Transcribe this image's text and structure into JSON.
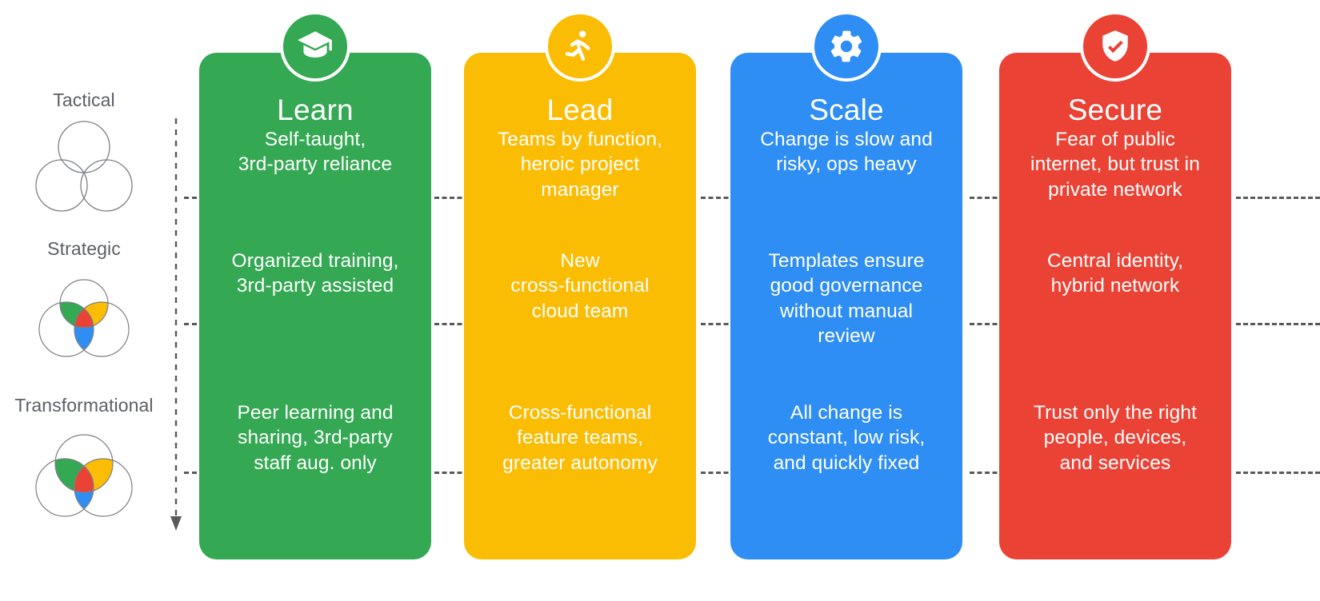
{
  "maturity": {
    "axis_name": "maturity-progression",
    "stages": [
      {
        "label": "Tactical",
        "venn": "venn-tactical",
        "filled": "none"
      },
      {
        "label": "Strategic",
        "venn": "venn-strategic",
        "filled": "small"
      },
      {
        "label": "Transformational",
        "venn": "venn-transformational",
        "filled": "large"
      }
    ],
    "arrow_icon": "arrow-down-icon"
  },
  "colors": {
    "learn_green": "#34a853",
    "lead_yellow": "#fbbc04",
    "scale_blue": "#2f8ef4",
    "secure_red": "#ea4335",
    "venn_green": "#34a853",
    "venn_yellow": "#fbbc04",
    "venn_blue": "#2f8ef4",
    "venn_red": "#ea4335",
    "venn_outline": "#7c7f85",
    "label_gray": "#5b6066",
    "dash_gray": "#58595b"
  },
  "pillars": [
    {
      "title": "Learn",
      "icon": "graduation-cap-icon",
      "color": "#34a853",
      "cells": [
        "Self-taught,\n3rd-party reliance",
        "Organized training,\n3rd-party assisted",
        "Peer learning and\nsharing, 3rd-party\nstaff aug. only"
      ]
    },
    {
      "title": "Lead",
      "icon": "running-person-icon",
      "color": "#fbbc04",
      "cells": [
        "Teams by function,\nheroic project\nmanager",
        "New\ncross-functional\ncloud team",
        "Cross-functional\nfeature teams,\ngreater autonomy"
      ]
    },
    {
      "title": "Scale",
      "icon": "gear-icon",
      "color": "#2f8ef4",
      "cells": [
        "Change is slow and\nrisky, ops heavy",
        "Templates ensure\ngood governance\nwithout manual\nreview",
        "All change is\nconstant, low risk,\nand quickly fixed"
      ]
    },
    {
      "title": "Secure",
      "icon": "shield-check-icon",
      "color": "#ea4335",
      "cells": [
        "Fear of public\ninternet, but trust in\nprivate network",
        "Central identity,\nhybrid network",
        "Trust only the right\npeople, devices,\nand services"
      ]
    }
  ]
}
